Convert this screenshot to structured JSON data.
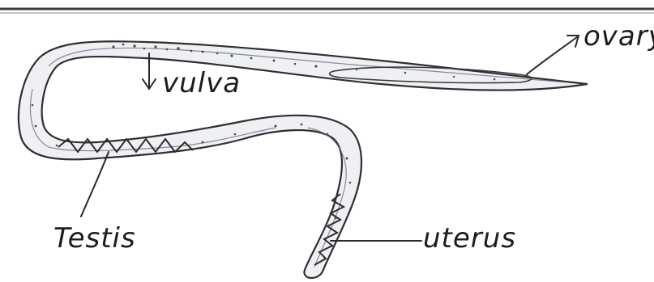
{
  "labels": {
    "vulva": "vulva",
    "ovary": "ovary",
    "testis": "Testis",
    "uterus": "uterus"
  }
}
